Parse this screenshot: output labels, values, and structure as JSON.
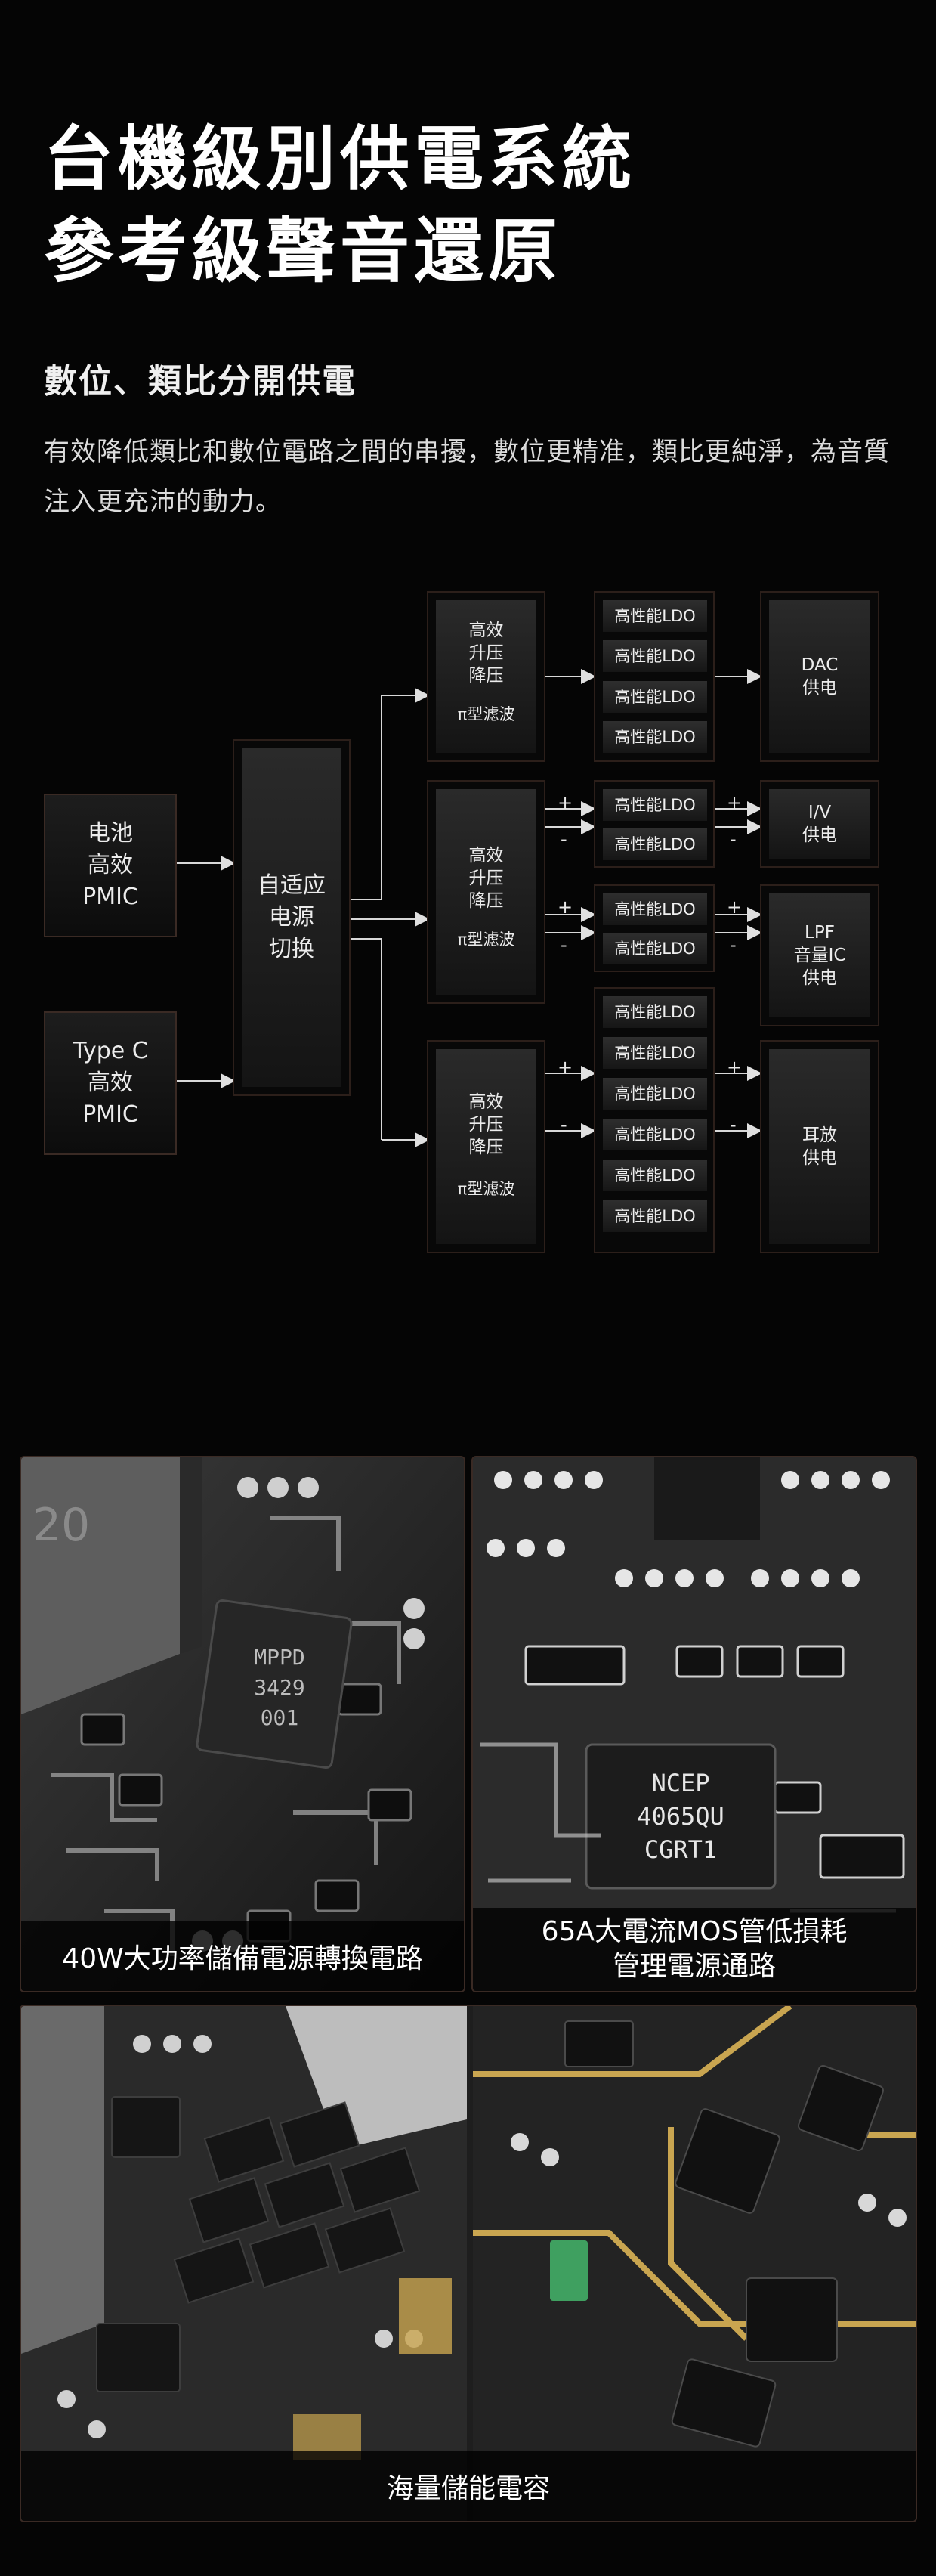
{
  "headline": {
    "line1": "台機級別供電系統",
    "line2": "參考級聲音還原"
  },
  "subtitle": "數位、類比分開供電",
  "description": "有效降低類比和數位電路之間的串擾，數位更精准，類比更純淨，為音質注入更充沛的動力。",
  "diagram": {
    "battery": "电池\n高效\nPMIC",
    "typec": "Type C\n高效\nPMIC",
    "switch": "自适应\n电源\n切换",
    "boost_title": "高效\n升压\n降压",
    "boost_filter": "π型滤波",
    "ldo": "高性能LDO",
    "plus": "+",
    "minus": "-",
    "dac": "DAC\n供电",
    "iv": "I/V\n供电",
    "lpf": "LPF\n音量IC\n供电",
    "amp": "耳放\n供电"
  },
  "photos": {
    "p1": {
      "caption": "40W大功率儲備電源轉換電路",
      "chip_text": "MPPD\n3429\n001",
      "mark": "20"
    },
    "p2": {
      "caption": "65A大電流MOS管低損耗\n管理電源通路",
      "chip_text": "NCEP\n4065QU\nCGRT1"
    },
    "p3": {
      "caption": "海量儲能電容"
    }
  },
  "colors": {
    "accent_border": "#3a2a24",
    "background": "#050505",
    "gold_trace": "#c9a550"
  }
}
